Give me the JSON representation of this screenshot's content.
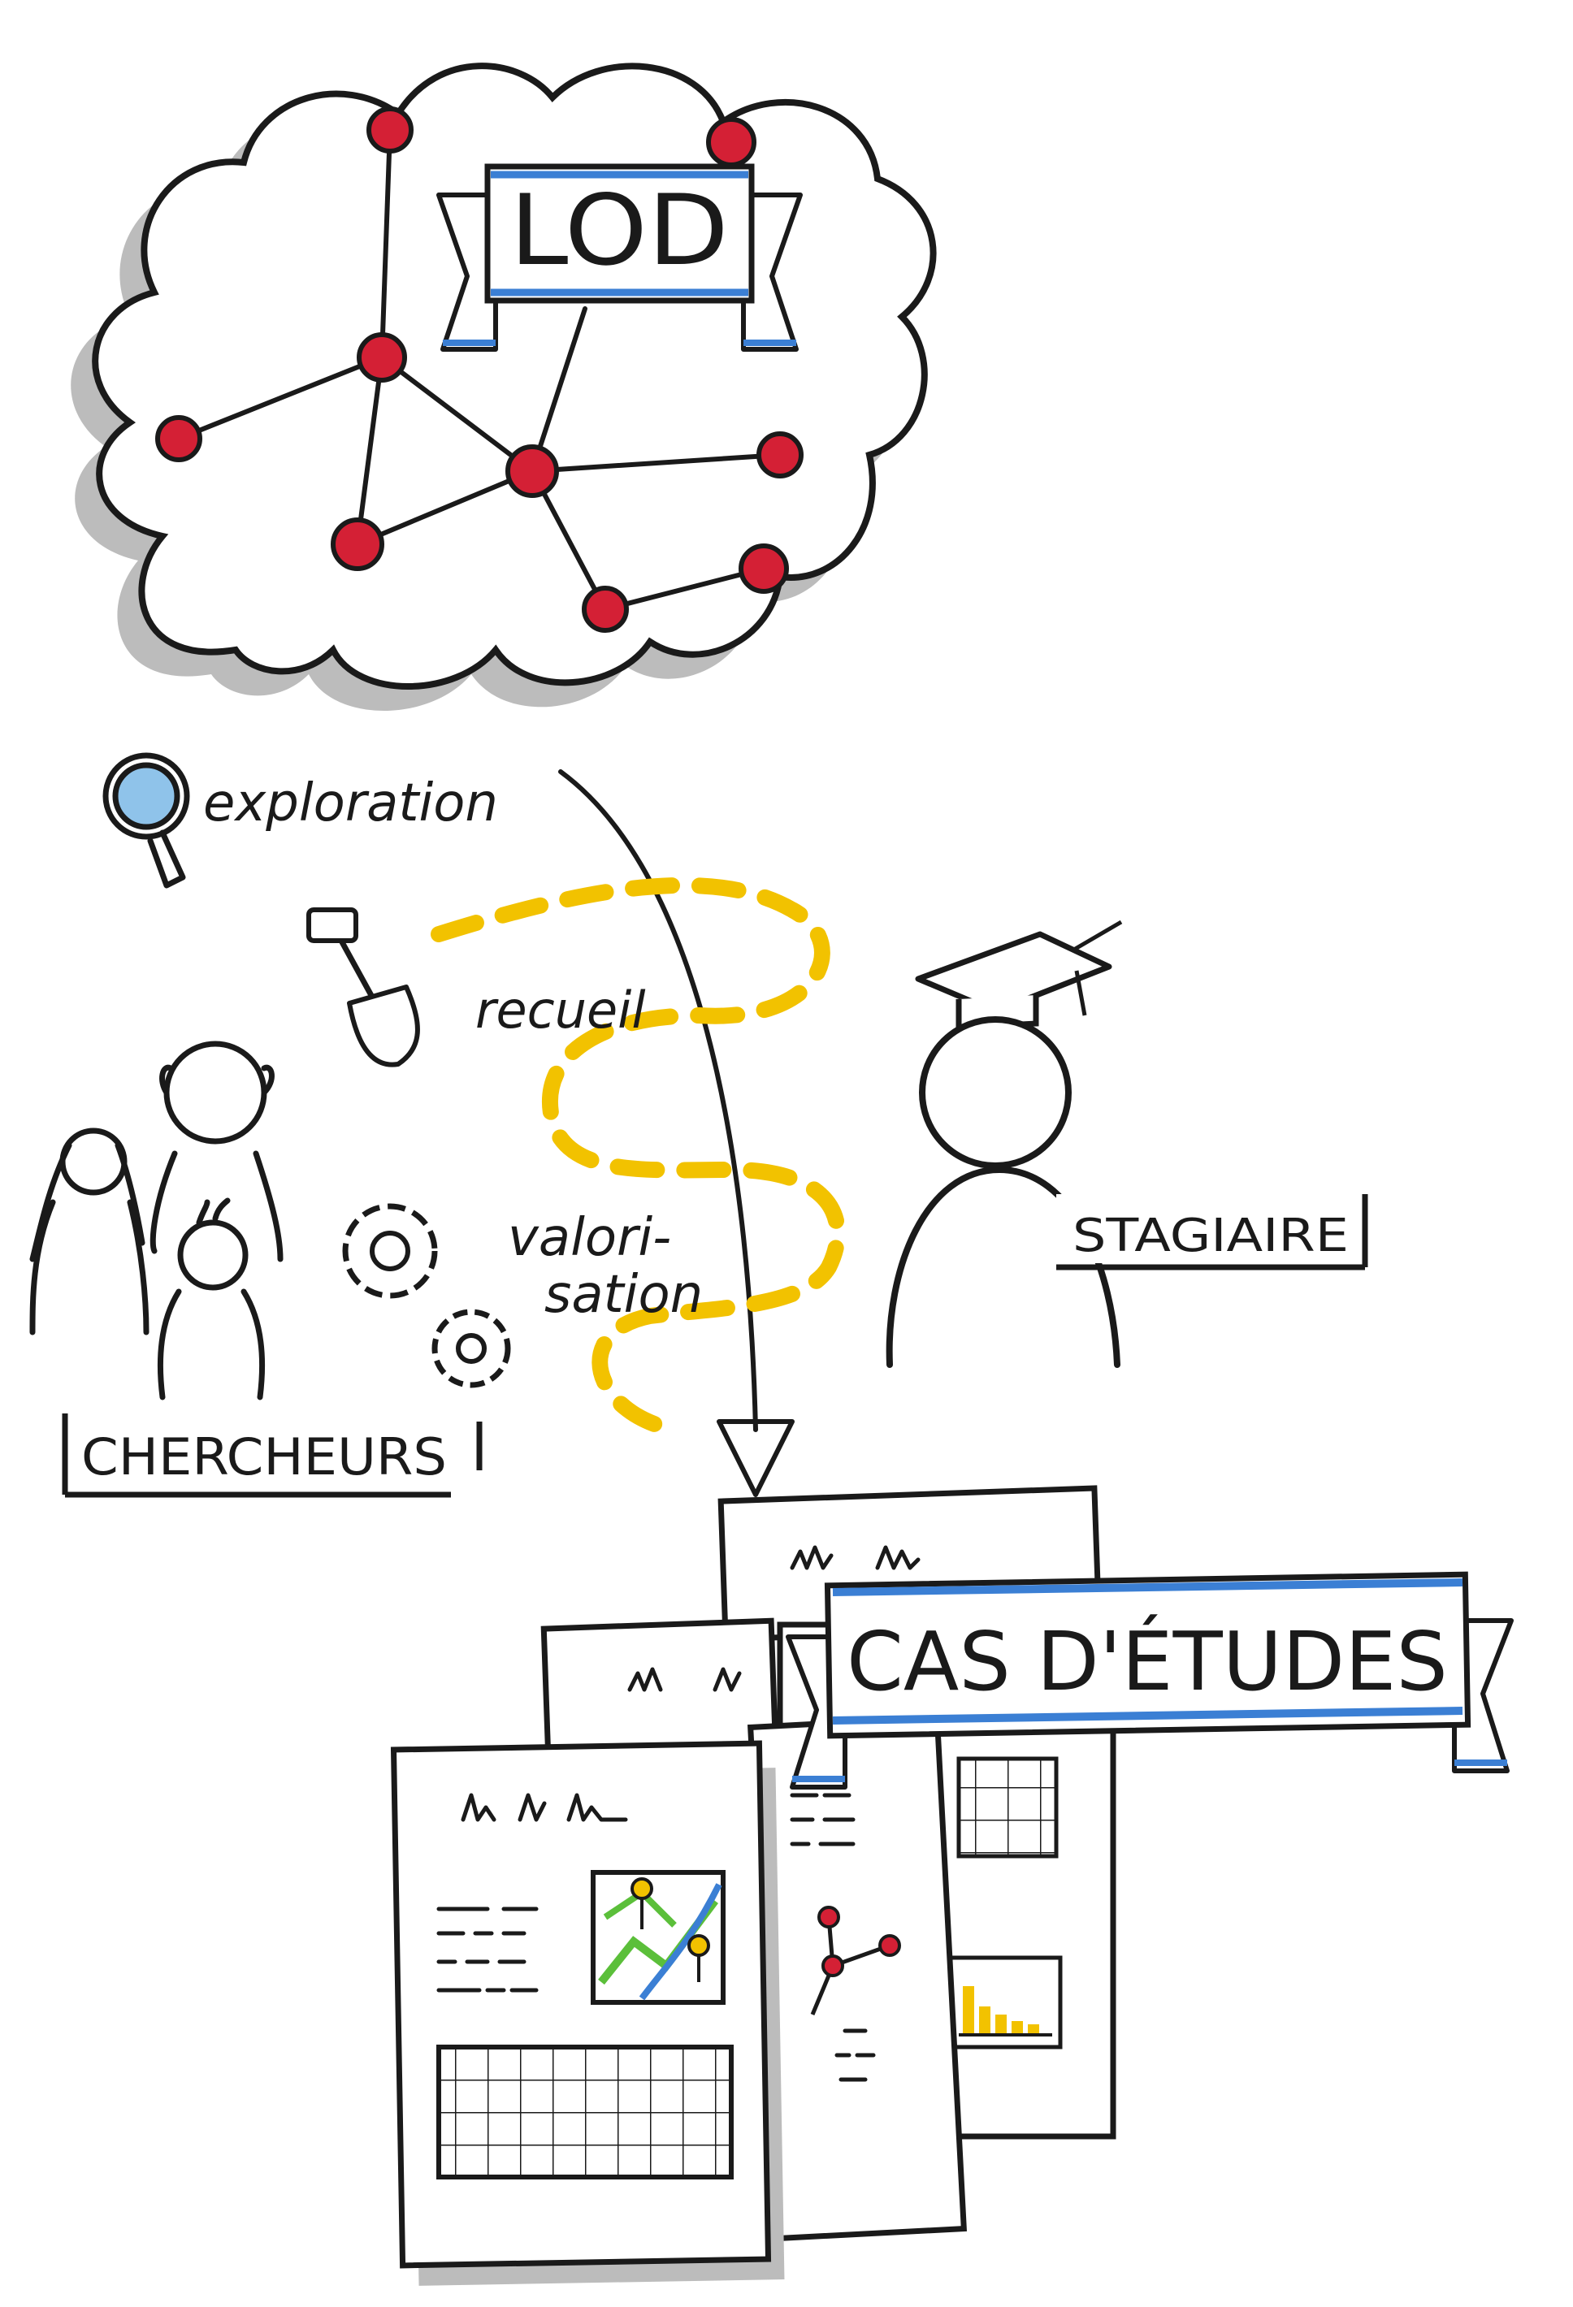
{
  "colors": {
    "ink": "#1a1a1a",
    "node_red": "#d42035",
    "banner_blue": "#3b7fd4",
    "path_yellow": "#f2c200",
    "shadow_gray": "#bcbcbc",
    "map_green": "#5bbf3a",
    "magnifier_blue": "#8fc3ea"
  },
  "cloud": {
    "banner_text": "LOD"
  },
  "process": {
    "exploration": "exploration",
    "recueil": "recueil",
    "valorisation_line1": "valori-",
    "valorisation_line2": "sation"
  },
  "actors": {
    "researchers": "CHERCHEURS",
    "intern": "STAGIAIRE"
  },
  "documents": {
    "banner_text": "CAS D'ÉTUDES"
  },
  "icons": [
    "magnifier-icon",
    "shovel-icon",
    "gears-icon",
    "graduation-cap-icon",
    "network-graph-icon",
    "map-icon",
    "bar-chart-icon",
    "table-icon"
  ]
}
